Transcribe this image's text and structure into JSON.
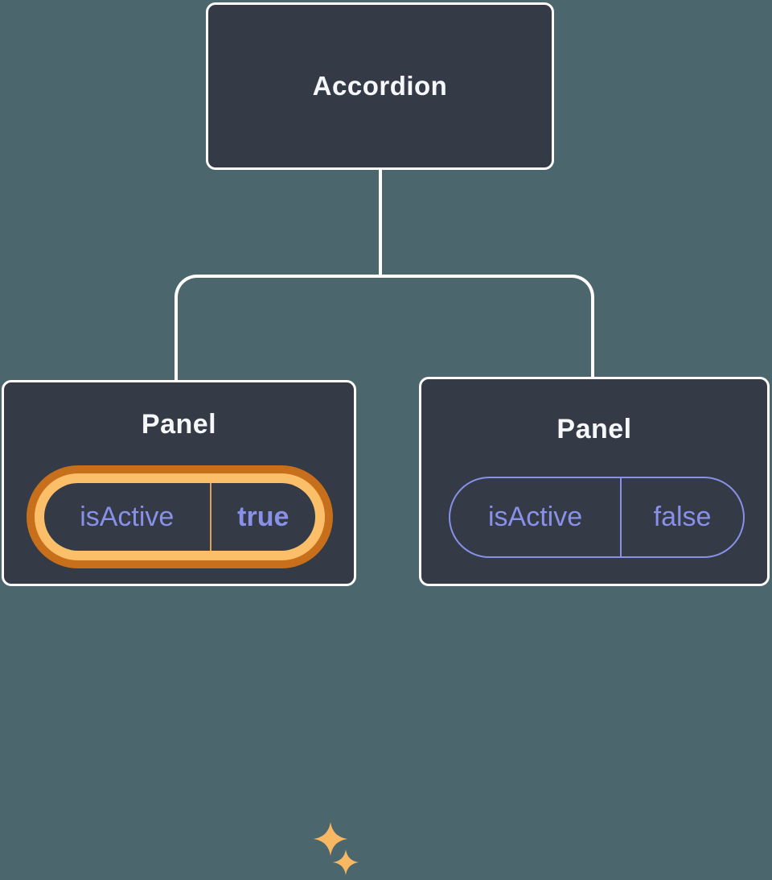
{
  "diagram": {
    "description": "Component tree showing state: Accordion root with two Panel children",
    "colors": {
      "background": "#4c666d",
      "node_fill": "#343a46",
      "node_border": "#ffffff",
      "connector": "#ffffff",
      "text_light": "#f6f7f9",
      "state_purple": "#8890e8",
      "highlight_ring_outer": "#c76f1b",
      "highlight_ring_inner": "#fbbe69",
      "highlight_divider": "#dfa254",
      "sparkle": "#f8b763"
    },
    "root": {
      "label": "Accordion"
    },
    "children": [
      {
        "label": "Panel",
        "highlighted": true,
        "prop": {
          "name": "isActive",
          "value": "true"
        }
      },
      {
        "label": "Panel",
        "highlighted": false,
        "prop": {
          "name": "isActive",
          "value": "false"
        }
      }
    ]
  }
}
